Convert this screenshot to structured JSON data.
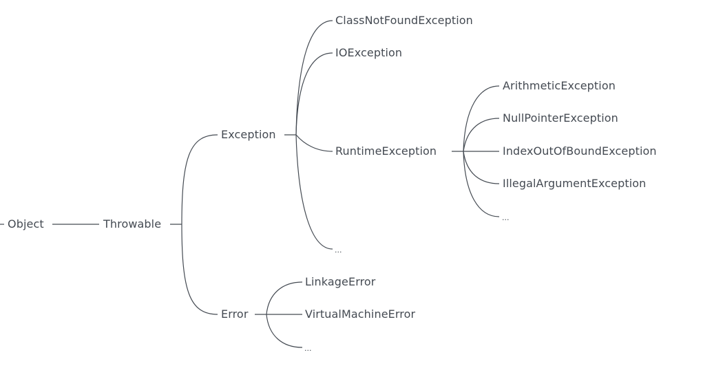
{
  "mindmap": {
    "root": "Object",
    "throwable": "Throwable",
    "exception": {
      "label": "Exception",
      "children": [
        "ClassNotFoundException",
        "IOException",
        "RuntimeException",
        "..."
      ]
    },
    "runtime_children": [
      "ArithmeticException",
      "NullPointerException",
      "IndexOutOfBoundException",
      "IllegalArgumentException",
      "..."
    ],
    "error": {
      "label": "Error",
      "children": [
        "LinkageError",
        "VirtualMachineError",
        "..."
      ]
    }
  },
  "colors": {
    "line": "#444a52",
    "text": "#444a52",
    "background": "#ffffff"
  }
}
